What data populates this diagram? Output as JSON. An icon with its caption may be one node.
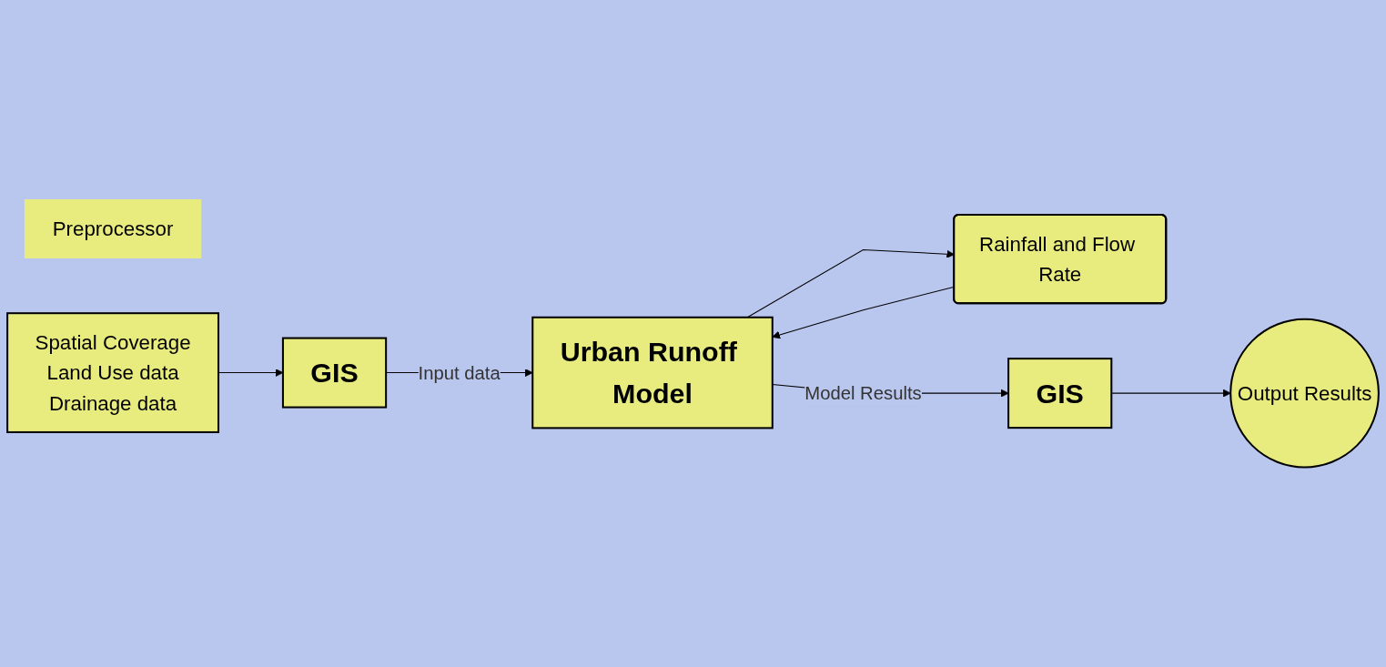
{
  "diagram": {
    "nodes": [
      {
        "text": [
          "Preprocessor"
        ]
      },
      {
        "text": [
          "GIS"
        ]
      },
      {
        "text": [
          "Spatial Coverage",
          "Land Use data",
          "Drainage data"
        ]
      },
      {
        "text": [
          "Urban Runoff Model"
        ]
      },
      {
        "text": [
          "Rainfall and Flow Rate"
        ]
      },
      {
        "text": [
          "GIS"
        ]
      },
      {
        "text": [
          "Output Results"
        ]
      }
    ],
    "edges": [
      {
        "from": 2,
        "to": 1,
        "arrow": "to"
      },
      {
        "from": 1,
        "to": 3,
        "arrow": "to",
        "label": "Input data"
      },
      {
        "from": 4,
        "to": 3,
        "arrow": "to"
      },
      {
        "from": 3,
        "to": 4,
        "arrow": "to"
      },
      {
        "from": 3,
        "to": 5,
        "arrow": "to",
        "label": "Model Results"
      },
      {
        "from": 5,
        "to": 6,
        "arrow": "to"
      }
    ]
  }
}
